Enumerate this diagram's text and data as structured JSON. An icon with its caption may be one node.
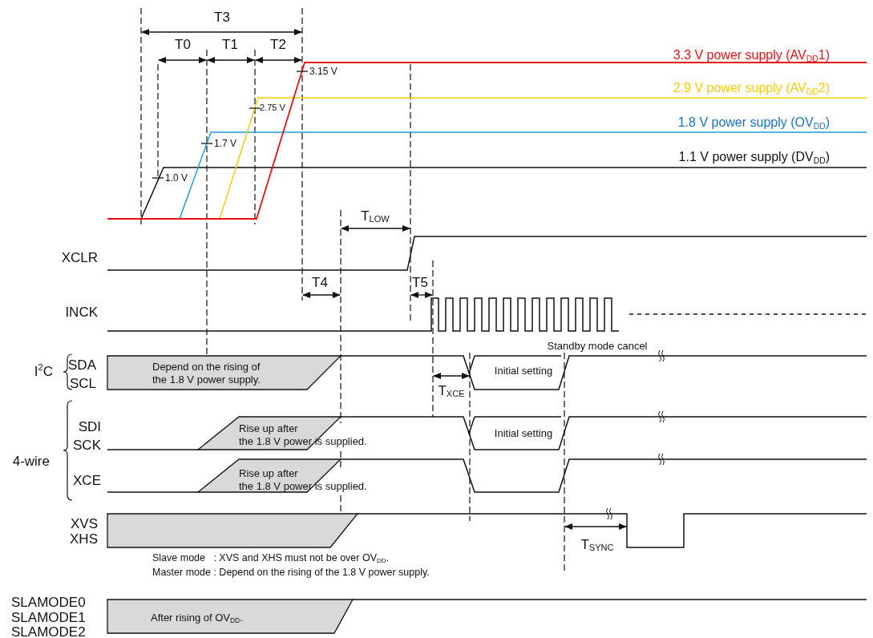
{
  "diagram": {
    "labels": [
      "T3",
      "T0",
      "T1",
      "T2",
      "3.3 V power supply (AV$_{DD}$1)",
      "3.15 V",
      "2.9 V power supply (AV$_{DD}$2)",
      "2.75 V",
      "1.8 V power supply (OV$_{DD}$)",
      "1.7 V",
      "1.1 V power supply (DV$_{DD}$)",
      "1.0 V",
      "T$_{LOW}$",
      "XCLR",
      "T4",
      "T5",
      "INCK",
      "Standby mode cancel",
      "I$^{2}$C",
      "SDA",
      "Depend on the rising of the 1.8 V power supply.",
      "Initial setting",
      "SCL",
      "T$_{XCE}$",
      "SDI",
      "Rise up after the 1.8 V power is supplied.",
      "Initial setting",
      "4-wire",
      "SCK",
      "XCE",
      "Rise up after the 1.8 V power is supplied.",
      "XVS",
      "XHS",
      "T$_{SYNC}$",
      "Slave mode   : XVS and XHS must not be over OV$_{DD}$.",
      "Master mode : Depend on the rising of the 1.8 V power supply.",
      "SLAMODE0",
      "SLAMODE1",
      "After rising of OV$_{DD}$.",
      "SLAMODE2"
    ]
  }
}
